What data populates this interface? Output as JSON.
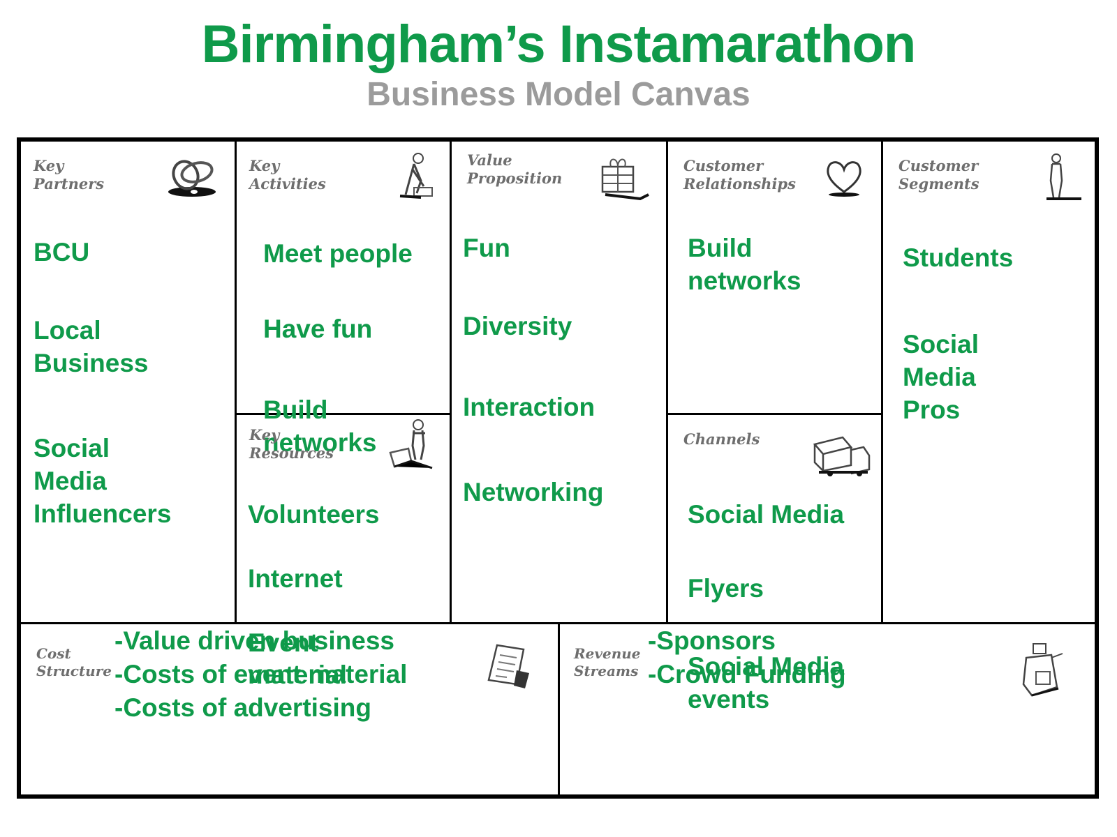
{
  "header": {
    "title": "Birmingham’s Instamarathon",
    "subtitle": "Business Model Canvas"
  },
  "colors": {
    "accent_green": "#0f9a4a",
    "subtitle_gray": "#9b9b9b",
    "label_gray": "#6e6e6e",
    "border": "#000000"
  },
  "canvas": {
    "key_partners": {
      "label": "Key\nPartners",
      "icon": "linked-rings-icon",
      "items": [
        "BCU",
        "Local\nBusiness",
        "Social\nMedia\nInfluencers"
      ]
    },
    "key_activities": {
      "label": "Key\nActivities",
      "icon": "worker-icon",
      "items": [
        "Meet people",
        "Have fun",
        "Build\nnetworks"
      ]
    },
    "key_resources": {
      "label": "Key\nResources",
      "icon": "person-with-cart-icon",
      "items": [
        "Volunteers",
        "Internet",
        "Event\nmaterial"
      ]
    },
    "value_proposition": {
      "label": "Value\nProposition",
      "icon": "gift-box-icon",
      "items": [
        "Fun",
        "Diversity",
        "Interaction",
        "Networking"
      ]
    },
    "customer_relationships": {
      "label": "Customer\nRelationships",
      "icon": "heart-icon",
      "items": [
        "Build\nnetworks"
      ]
    },
    "channels": {
      "label": "Channels",
      "icon": "truck-icon",
      "items": [
        "Social Media",
        "Flyers",
        "Social Media\nevents"
      ]
    },
    "customer_segments": {
      "label": "Customer\nSegments",
      "icon": "standing-person-icon",
      "items": [
        "Students",
        "Social\nMedia\nPros"
      ]
    },
    "cost_structure": {
      "label": "Cost\nStructure",
      "icon": "receipt-icon",
      "items": [
        "-Value driven business",
        "-Costs of event material",
        "-Costs of advertising"
      ]
    },
    "revenue_streams": {
      "label": "Revenue\nStreams",
      "icon": "cash-register-icon",
      "items": [
        "-Sponsors",
        "-Crowd Funding"
      ]
    }
  }
}
